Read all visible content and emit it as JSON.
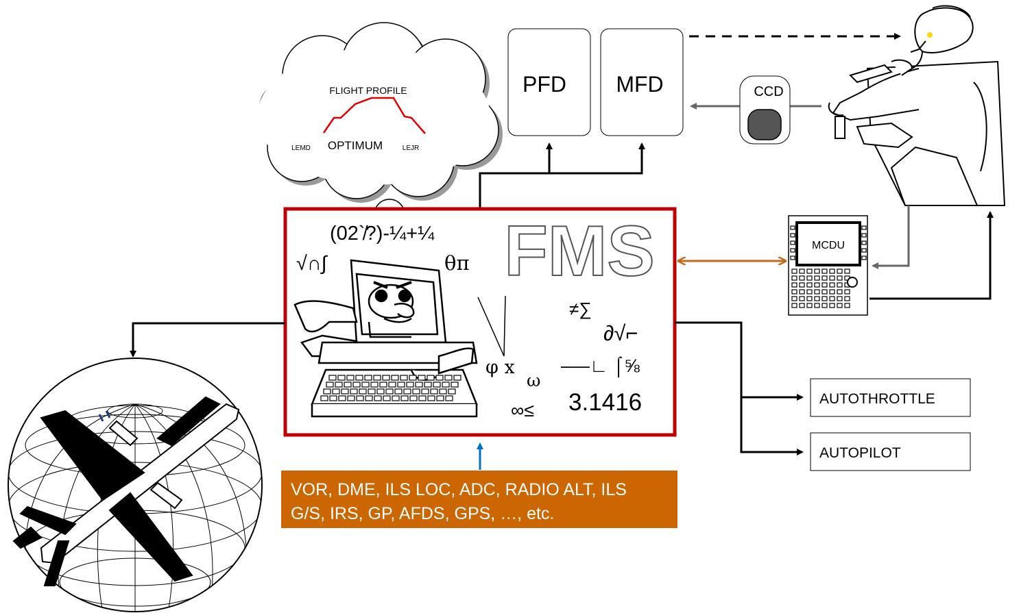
{
  "fms": {
    "title": "FMS",
    "math_line1": "(02`̸?)-¼+¼",
    "math_line2a": "√∩∫",
    "math_line2b": "θπ",
    "sym_neq_sum": "≠∑",
    "sym_partial": "∂√⌐",
    "sym_dash": "–—∟ ⌠⅝",
    "sym_phi": "φ x",
    "sym_omega": "ω",
    "sym_inf": "∞≤",
    "pi_value": "3.1416"
  },
  "cloud": {
    "title": "FLIGHT PROFILE",
    "label": "OPTIMUM",
    "origin": "LEMD",
    "destination": "LEJR"
  },
  "displays": {
    "pfd": "PFD",
    "mfd": "MFD"
  },
  "ccd": {
    "label": "CCD"
  },
  "mcdu": {
    "label": "MCDU"
  },
  "outputs": {
    "autothrottle": "AUTOTHROTTLE",
    "autopilot": "AUTOPILOT"
  },
  "sensors": {
    "line1": "VOR, DME, ILS LOC, ADC, RADIO ALT, ILS",
    "line2": "G/S, IRS, GP, AFDS, GPS, …, etc."
  },
  "colors": {
    "fms_border": "#c00000",
    "sensor_box": "#cc6600",
    "mcdu_link": "#c56a1b",
    "sensor_arrow": "#0070c0",
    "profile_line": "#e00000",
    "gray_link": "#666666"
  }
}
